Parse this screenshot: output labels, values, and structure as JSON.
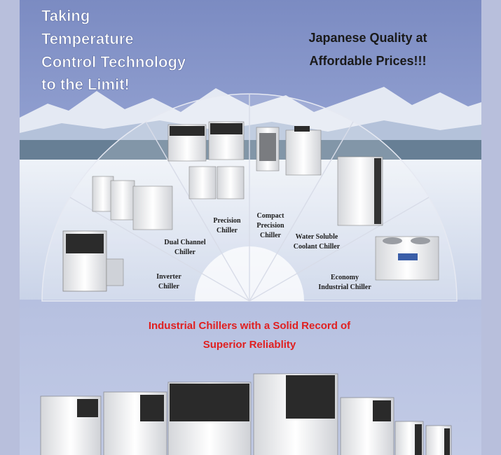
{
  "headline": [
    "Taking",
    "Temperature",
    "Control Technology",
    "to the Limit!"
  ],
  "slogan": [
    "Japanese Quality at",
    "Affordable Prices!!!"
  ],
  "products": [
    {
      "name": "inverter-chiller",
      "line1": "Inverter",
      "line2": "Chiller"
    },
    {
      "name": "dual-channel-chiller",
      "line1": "Dual Channel",
      "line2": "Chiller"
    },
    {
      "name": "precision-chiller",
      "line1": "Precision",
      "line2": "Chiller"
    },
    {
      "name": "compact-precision-chiller",
      "line1": "Compact",
      "line2": "Precision",
      "line3": "Chiller"
    },
    {
      "name": "water-soluble-coolant-chiller",
      "line1": "Water Soluble",
      "line2": "Coolant Chiller"
    },
    {
      "name": "economy-industrial-chiller",
      "line1": "Economy",
      "line2": "Industrial Chiller"
    }
  ],
  "tagline": [
    "Industrial Chillers with a Solid Record of",
    "Superior Reliablity"
  ],
  "colors": {
    "sky": "#7f8fc4",
    "headline_text": "#ffffff",
    "slogan_text": "#1a1a1a",
    "tagline_text": "#e02020",
    "fan_line": "#d8dce8"
  }
}
